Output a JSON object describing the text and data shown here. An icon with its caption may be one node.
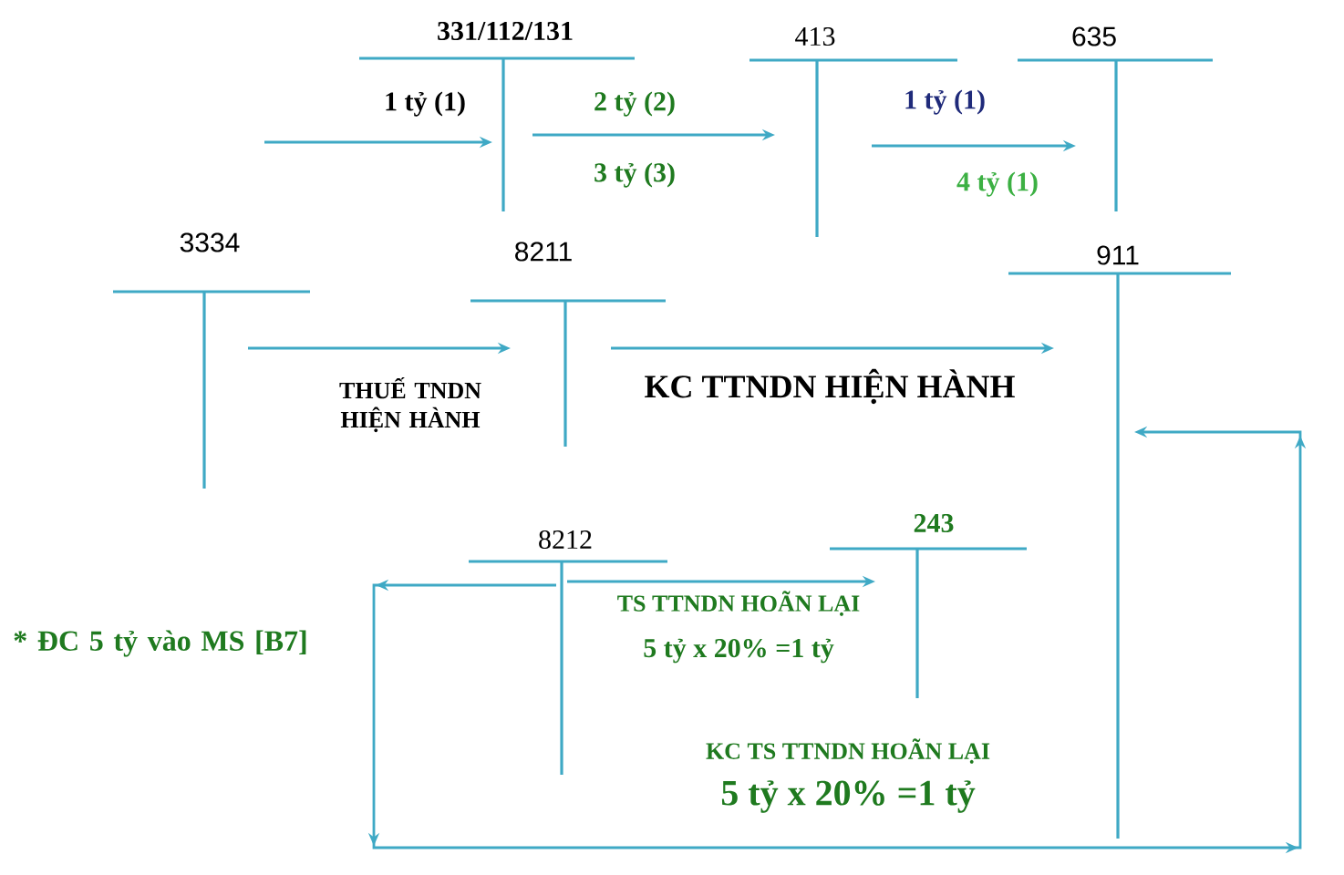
{
  "diagram": {
    "nodes": [
      {
        "text": [
          "331/112/131"
        ]
      },
      {
        "text": [
          "413"
        ]
      },
      {
        "text": [
          "635"
        ]
      },
      {
        "text": [
          "3334"
        ]
      },
      {
        "text": [
          "8211"
        ]
      },
      {
        "text": [
          "911"
        ]
      },
      {
        "text": [
          "8212"
        ]
      },
      {
        "text": [
          "243"
        ]
      }
    ],
    "edges": [
      {
        "from": null,
        "to": 0,
        "arrow": "to",
        "label": "1 tỷ (1)"
      },
      {
        "from": 0,
        "to": 1,
        "arrow": "to",
        "label": "2 tỷ (2)"
      },
      {
        "from": 1,
        "to": 2,
        "arrow": "to",
        "label": "1 tỷ (1)"
      },
      {
        "from": 3,
        "to": 4,
        "arrow": "to",
        "label": "THUẾ TNDN HIỆN HÀNH"
      },
      {
        "from": 4,
        "to": 5,
        "arrow": "to",
        "label": "KC TTNDN HIỆN HÀNH"
      },
      {
        "from": 6,
        "to": 7,
        "arrow": "to",
        "label": "TS TTNDN HOÃN LẠI"
      },
      {
        "from": 6,
        "to": 5,
        "arrow": "to",
        "label": "KC TS TTNDN HOÃN LẠI"
      }
    ],
    "labels": [
      "3 tỷ (3)",
      "4 tỷ (1)",
      "5 tỷ   x 20% =1 tỷ",
      "* ĐC 5 tỷ vào MS [B7]",
      "5 tỷ x 20% =1 tỷ"
    ]
  }
}
